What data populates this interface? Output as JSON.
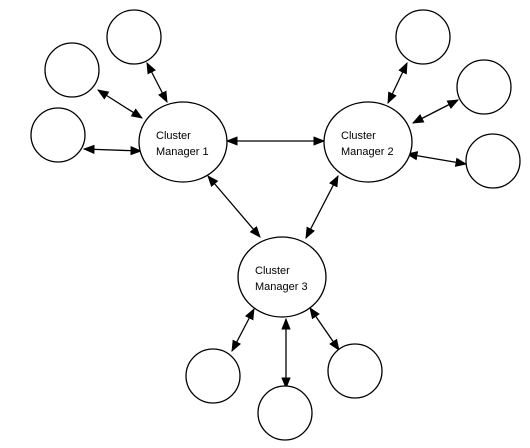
{
  "diagram": {
    "managers": [
      {
        "id": "cm1",
        "label_line1": "Cluster",
        "label_line2": "Manager 1"
      },
      {
        "id": "cm2",
        "label_line1": "Cluster",
        "label_line2": "Manager 2"
      },
      {
        "id": "cm3",
        "label_line1": "Cluster",
        "label_line2": "Manager 3"
      }
    ],
    "leaves": [
      {
        "id": "n1a",
        "manager": "cm1"
      },
      {
        "id": "n1b",
        "manager": "cm1"
      },
      {
        "id": "n1c",
        "manager": "cm1"
      },
      {
        "id": "n2a",
        "manager": "cm2"
      },
      {
        "id": "n2b",
        "manager": "cm2"
      },
      {
        "id": "n2c",
        "manager": "cm2"
      },
      {
        "id": "n3a",
        "manager": "cm3"
      },
      {
        "id": "n3b",
        "manager": "cm3"
      },
      {
        "id": "n3c",
        "manager": "cm3"
      }
    ],
    "edges": [
      {
        "from": "cm1",
        "to": "cm2",
        "arrows": "both"
      },
      {
        "from": "cm1",
        "to": "cm3",
        "arrows": "both"
      },
      {
        "from": "cm2",
        "to": "cm3",
        "arrows": "both"
      },
      {
        "from": "cm1",
        "to": "n1a",
        "arrows": "both"
      },
      {
        "from": "cm1",
        "to": "n1b",
        "arrows": "both"
      },
      {
        "from": "cm1",
        "to": "n1c",
        "arrows": "both"
      },
      {
        "from": "cm2",
        "to": "n2a",
        "arrows": "both"
      },
      {
        "from": "cm2",
        "to": "n2b",
        "arrows": "both"
      },
      {
        "from": "cm2",
        "to": "n2c",
        "arrows": "both"
      },
      {
        "from": "cm3",
        "to": "n3a",
        "arrows": "both"
      },
      {
        "from": "cm3",
        "to": "n3b",
        "arrows": "both"
      },
      {
        "from": "cm3",
        "to": "n3c",
        "arrows": "both"
      }
    ]
  }
}
